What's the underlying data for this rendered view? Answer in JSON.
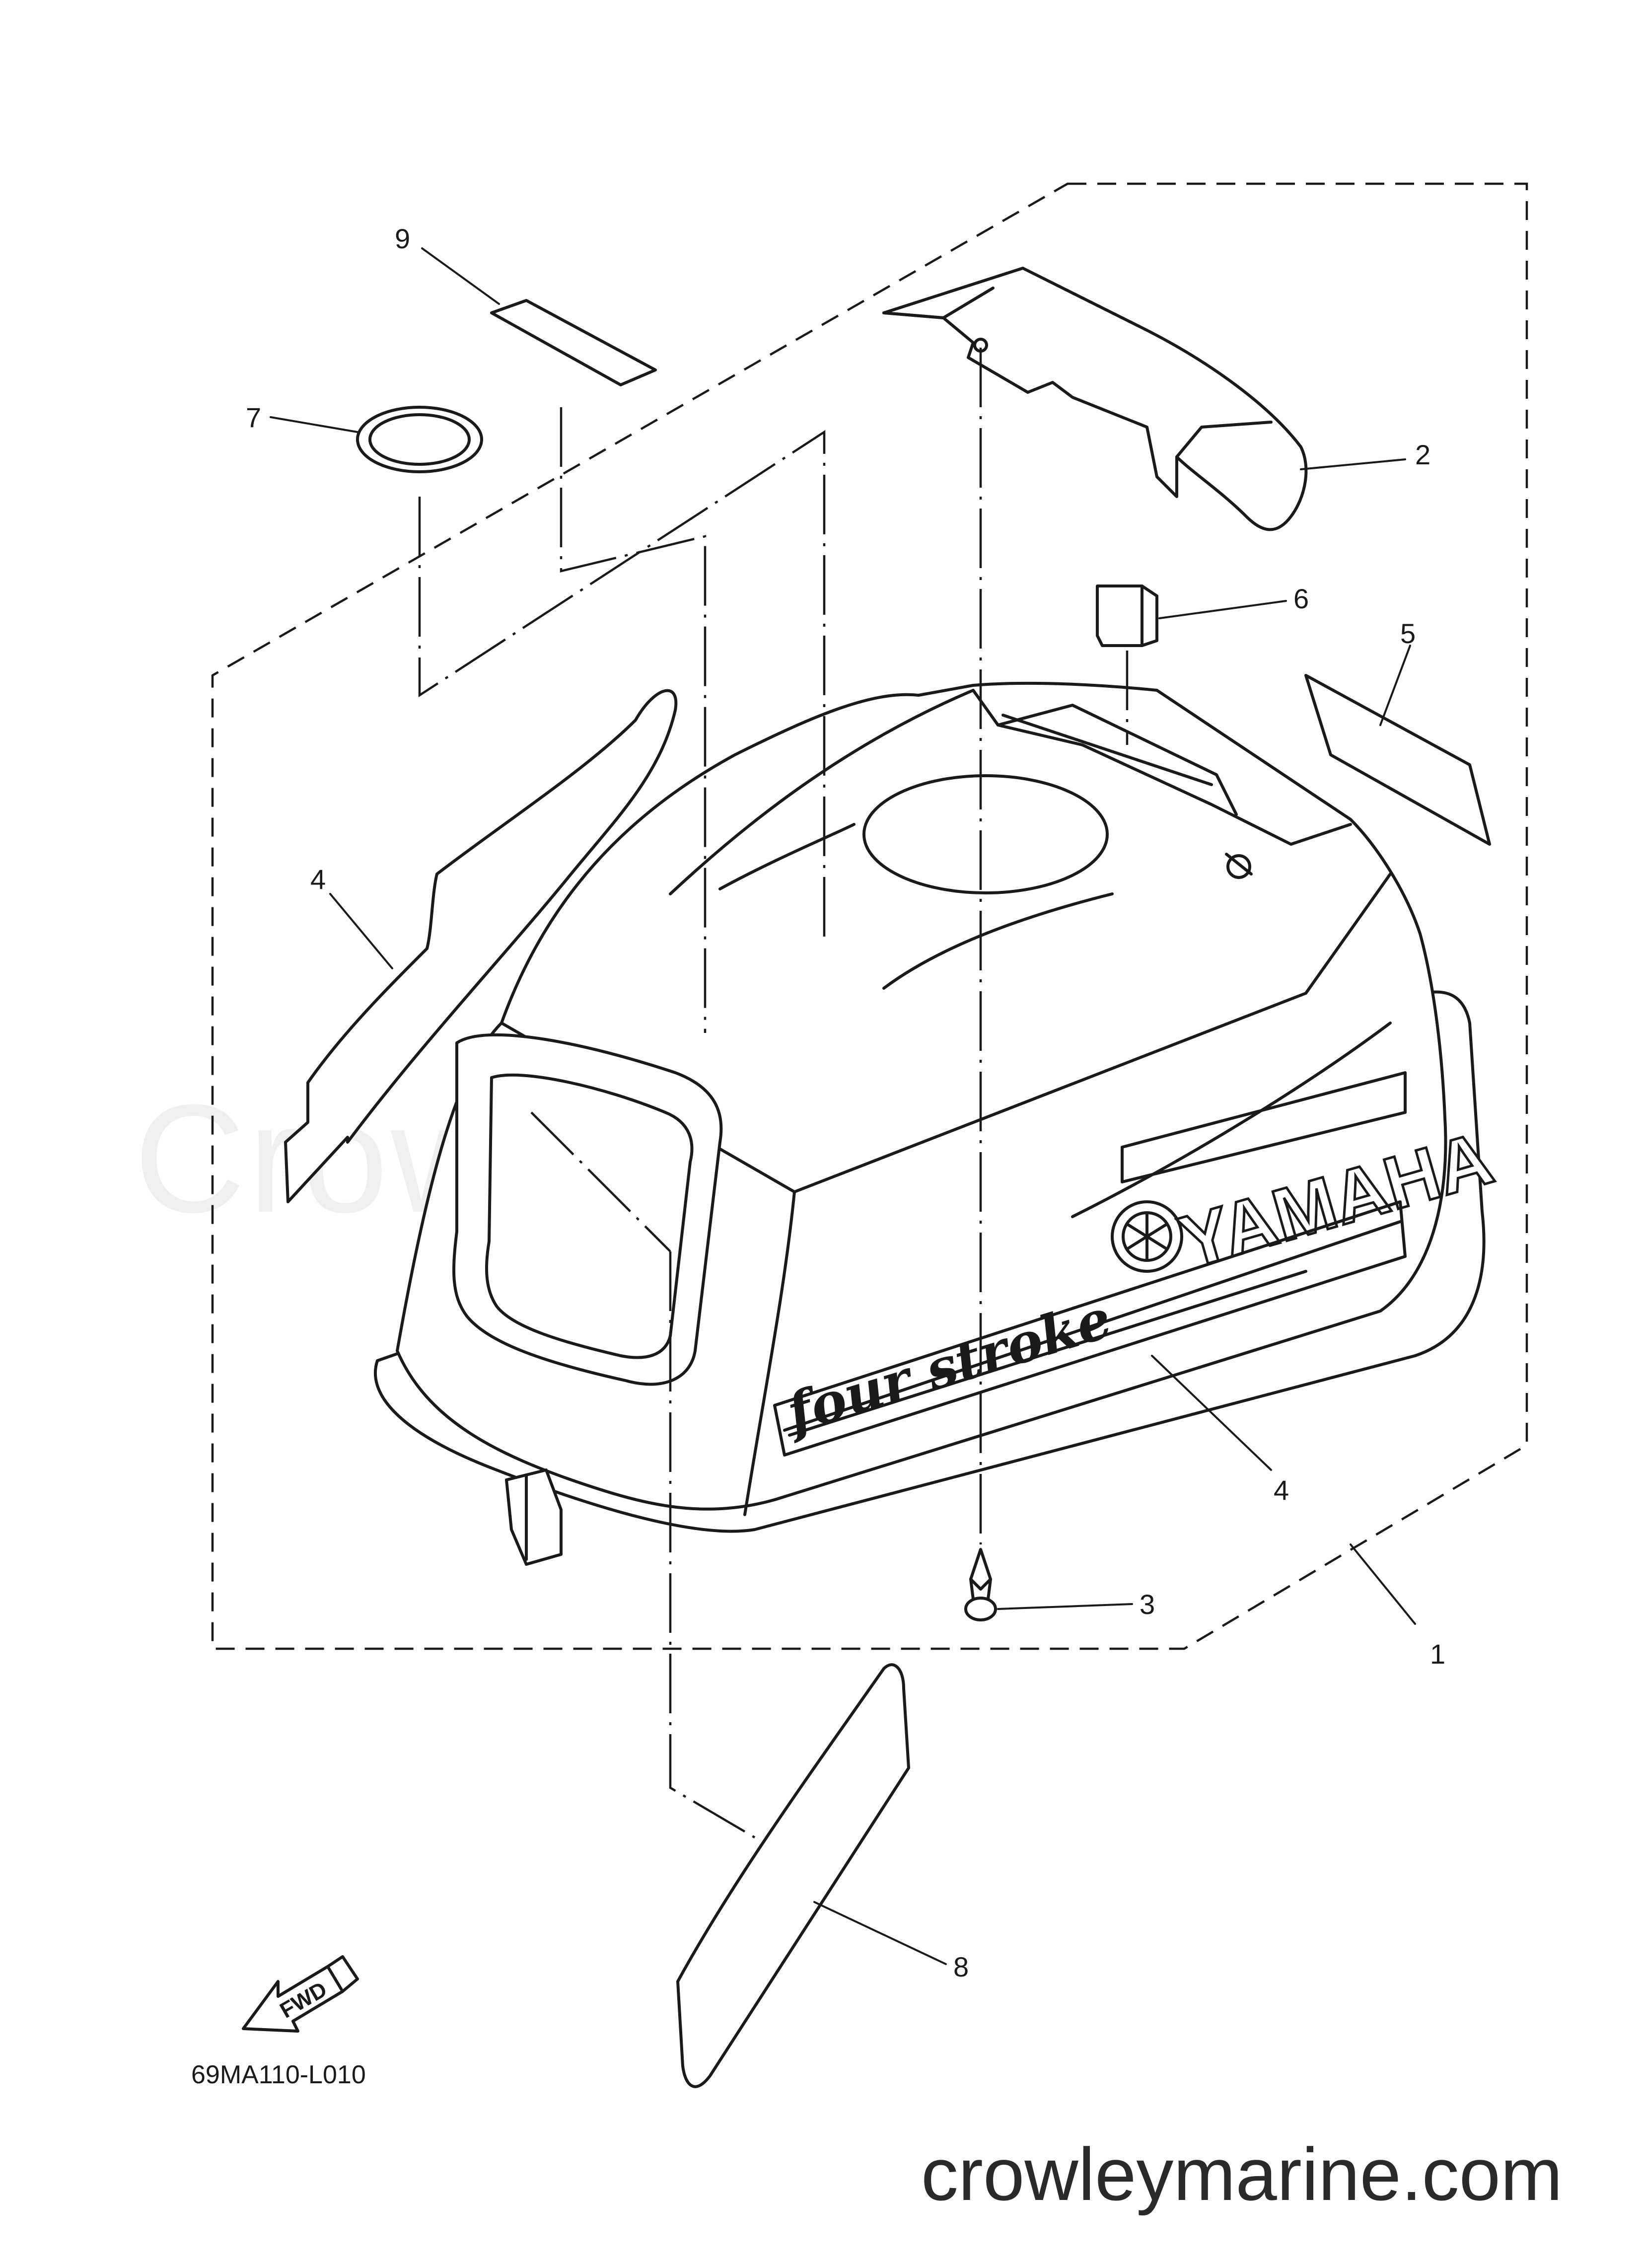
{
  "diagram": {
    "callouts": {
      "c1": "1",
      "c2": "2",
      "c3": "3",
      "c4a": "4",
      "c4b": "4",
      "c5": "5",
      "c6": "6",
      "c7": "7",
      "c8": "8",
      "c9": "9"
    },
    "decals": {
      "brand": "YAMAHA",
      "model": "four stroke",
      "fwd": "FWD"
    },
    "diagram_code": "69MA110-L010",
    "watermark": "Crowley Marine",
    "site": "crowleymarine.com"
  }
}
